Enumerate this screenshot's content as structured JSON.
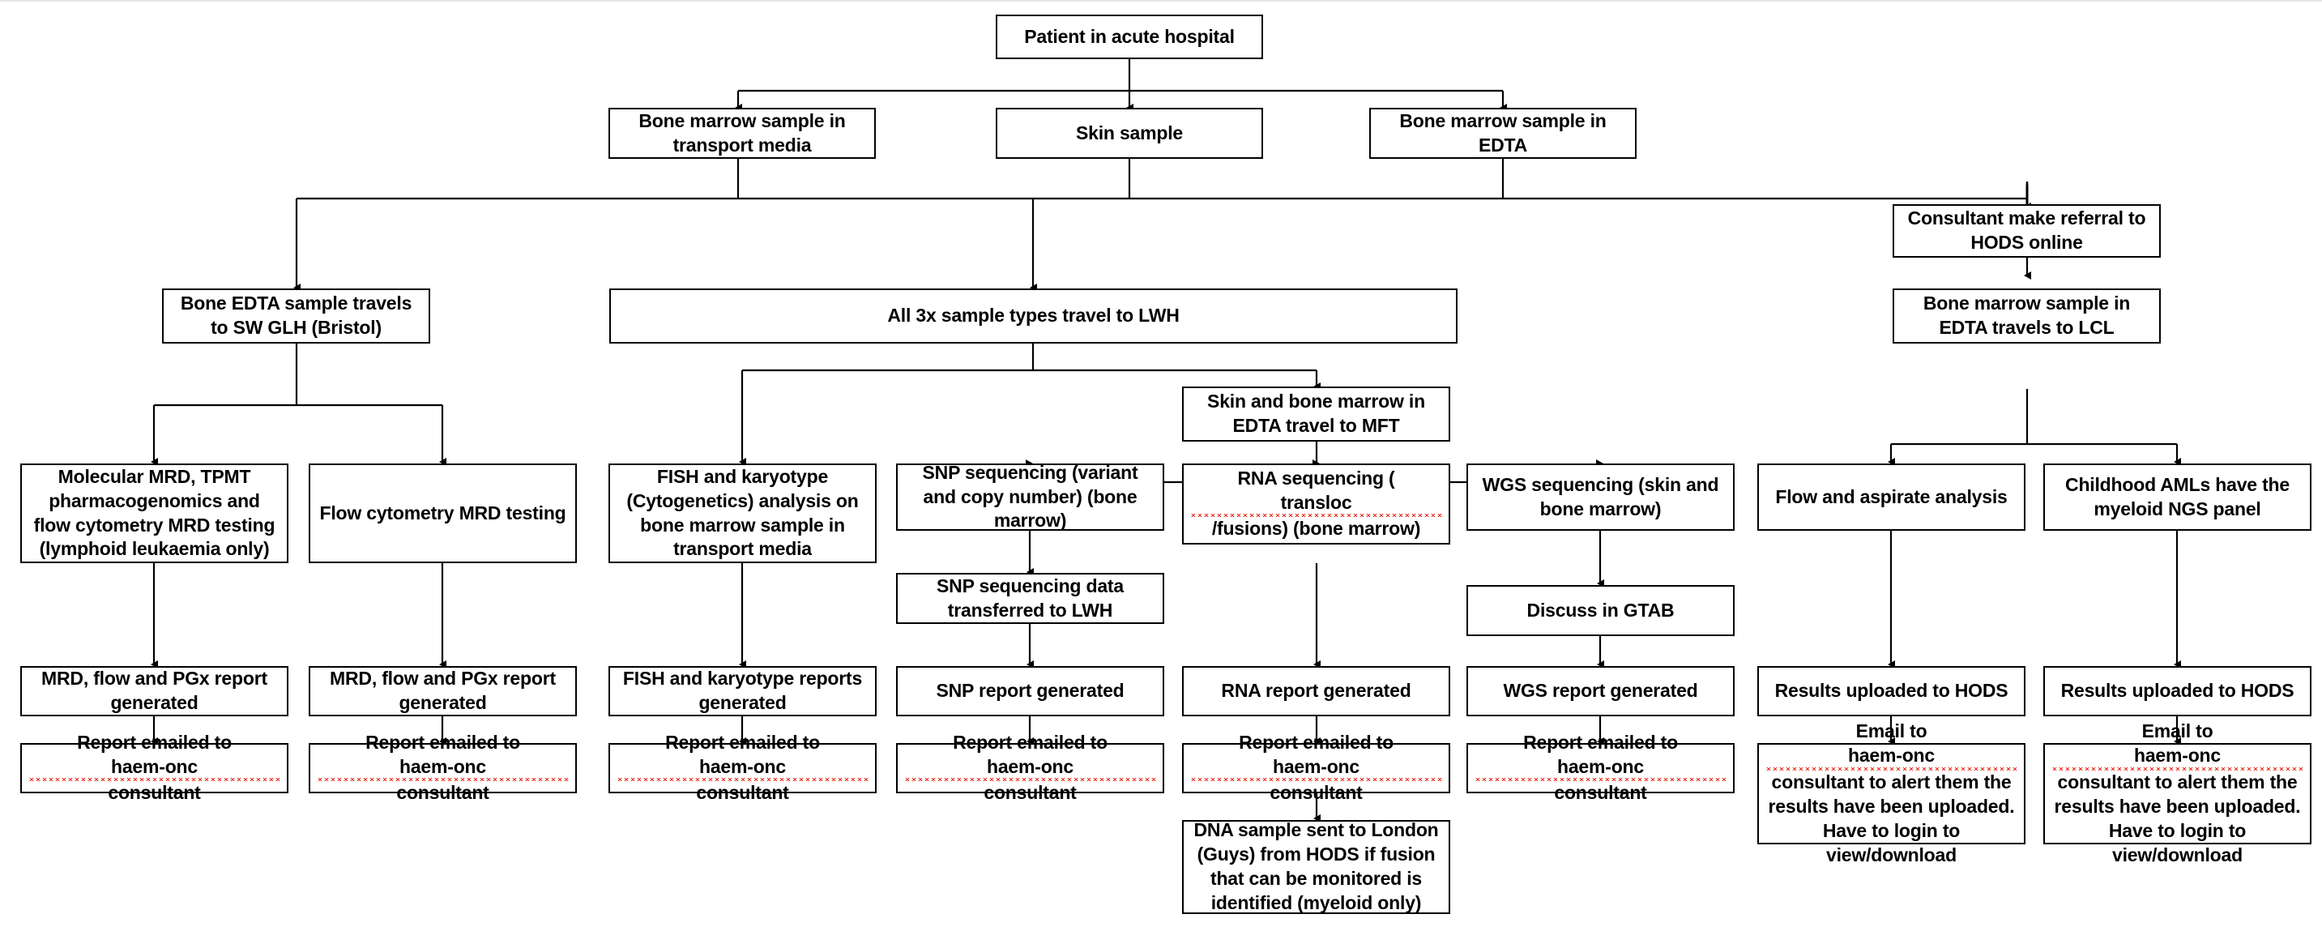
{
  "diagram": {
    "title": "Paediatric acute leukaemia sample and testing pathway flowchart",
    "line_color": "#000000",
    "box_border_color": "#000000",
    "box_fill_color": "#ffffff",
    "spellcheck_underline_color": "#e8301c",
    "nodes": {
      "patient": "Patient in acute hospital",
      "bm_transport": "Bone marrow sample in transport media",
      "skin_sample": "Skin sample",
      "bm_edta": "Bone marrow sample in EDTA",
      "consultant_referral": "Consultant make referral to HODS online",
      "bone_edta_sw_glh": "Bone EDTA sample travels to SW GLH (Bristol)",
      "all3_lwh": "All 3x sample types travel to LWH",
      "bm_edta_lcl": "Bone marrow sample in EDTA travels to LCL",
      "skin_bm_mft": "Skin and bone marrow in EDTA travel to MFT",
      "molecular_mrd": "Molecular MRD, TPMT pharmacogenomics and flow cytometry MRD testing (lymphoid leukaemia only)",
      "flow_cyto_mrd": "Flow cytometry MRD testing",
      "fish_karyotype": "FISH and karyotype (Cytogenetics) analysis on bone marrow sample in transport media",
      "snp_sequencing": "SNP sequencing (variant and copy number) (bone marrow)",
      "rna_sequencing_part1": "RNA sequencing (",
      "rna_sequencing_spell": "transloc",
      "rna_sequencing_part2": "/fusions) (bone marrow)",
      "wgs_sequencing": "WGS sequencing (skin and bone marrow)",
      "flow_aspirate": "Flow and aspirate analysis",
      "childhood_amls": "Childhood AMLs have the myeloid NGS panel",
      "snp_data_transfer": "SNP sequencing data transferred to LWH",
      "discuss_gtab": "Discuss in GTAB",
      "mrd_report_1": "MRD, flow and PGx report generated",
      "mrd_report_2": "MRD, flow and PGx report generated",
      "fish_report": "FISH and karyotype reports generated",
      "snp_report": "SNP report generated",
      "rna_report": "RNA report generated",
      "wgs_report": "WGS report generated",
      "results_hods_1": "Results uploaded to HODS",
      "results_hods_2": "Results uploaded to HODS",
      "report_email_pre": "Report emailed to ",
      "report_email_spell": "haem-onc",
      "report_email_post": " consultant",
      "dna_london": "DNA sample sent to London (Guys) from HODS if fusion that can be monitored is identified (myeloid only)",
      "email_alert_pre": "Email to ",
      "email_alert_spell": "haem-onc",
      "email_alert_post": " consultant to alert them the results have been uploaded. Have to login to view/download"
    }
  }
}
